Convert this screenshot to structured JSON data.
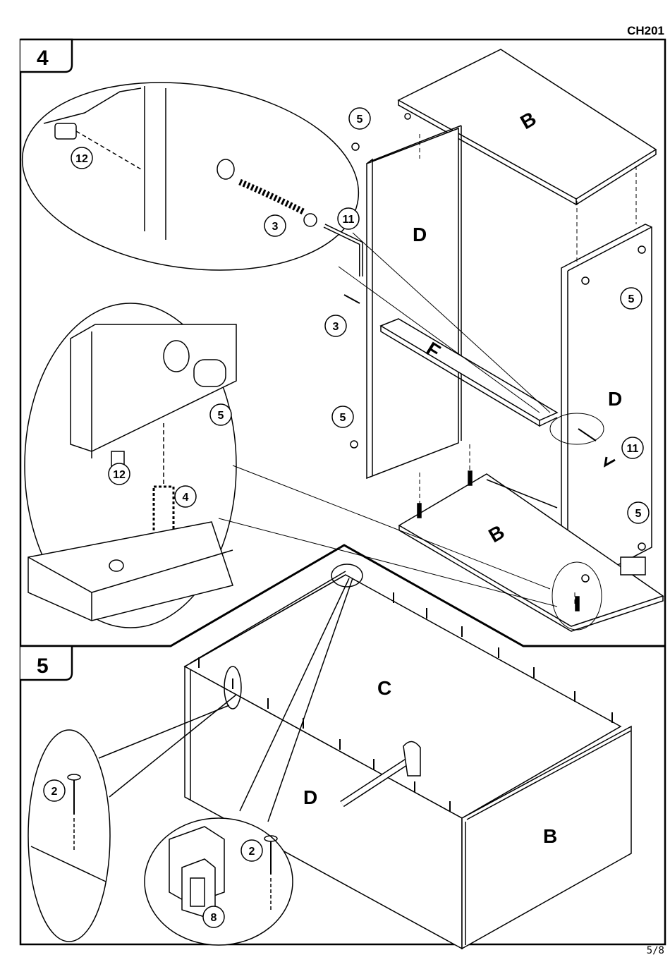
{
  "document": {
    "code": "CH201",
    "page": "5/8"
  },
  "steps": [
    {
      "number": "4"
    },
    {
      "number": "5"
    }
  ],
  "panel_labels": {
    "top_b": "B",
    "left_d": "D",
    "right_d": "D",
    "shelf_f": "F",
    "bottom_b": "B",
    "step5_c": "C",
    "step5_d": "D",
    "step5_b": "B"
  },
  "callouts": {
    "step4": [
      "5",
      "12",
      "3",
      "11",
      "3",
      "5",
      "5",
      "12",
      "4",
      "5",
      "11",
      "5"
    ],
    "step5": [
      "2",
      "2",
      "8"
    ]
  }
}
